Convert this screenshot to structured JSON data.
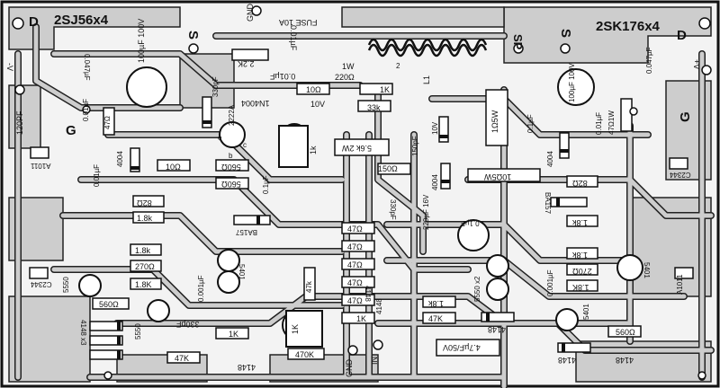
{
  "title_left": "2SJ56x4",
  "title_right": "2SK176x4",
  "labels": {
    "d_left": "D",
    "d_right": "D",
    "g_left": "G",
    "g_right": "G",
    "s_left": "S",
    "s_right": "S",
    "sp": "SP",
    "gnd_top": "GND",
    "gnd_bottom": "GND",
    "in": "IN",
    "v_minus": "-V",
    "v_plus": "+V",
    "fuse": "FUSE 10A",
    "cap_001_top": "0.01µF",
    "r_2k2": "2.2K",
    "cap_001_2": "0.01µF",
    "l1": "L1",
    "r_220": "220Ω",
    "w1": "1W",
    "r_1k_top": "1K",
    "r_10_top": "10Ω",
    "r_10v": "10V",
    "d_1n4004": "1N4004",
    "r_33k": "33k",
    "r_1ohm5w": "1Ω5W",
    "cap_0047_l": "0.047µF",
    "cap_100u_l": "100µF 100V",
    "cap_120pf": "120PF",
    "cap_001_l": "0.01µF",
    "r_47_l": "47Ω",
    "a1011_l": "A1011",
    "d_4004_l": "4004",
    "cap_001_l2": "0.01µF",
    "cap_330pf_top": "330pF",
    "t_2222a": "2222A",
    "r_10_mid": "10Ω",
    "r_560_a": "560Ω",
    "r_560_b": "560Ω",
    "cap_01_mid": "0.1µF",
    "pot_1k": "1k",
    "r_56k": "5.6k 2W",
    "r_150": "150Ω",
    "cap_150pf": "150pF",
    "r_10v_b": "10V",
    "d_4004_m": "4004",
    "r_10_5w": "10Ω5W",
    "cap_01_r": "0.1µF",
    "d_4004_r": "4004",
    "cap_100u_r": "100µF 100V",
    "cap_001_r": "0.01µF",
    "r_47_1w": "47Ω1W",
    "cap_0047_r": "0.047µF",
    "c2344_r": "C2344",
    "r_82_l": "82Ω",
    "r_18k_l1": "1.8k",
    "ba157_l": "BA157",
    "r_47_m1": "47Ω",
    "r_47_m2": "47Ω",
    "r_47_m3": "47Ω",
    "r_47_m4": "47Ω",
    "r_47_m5": "47Ω",
    "cap_330pf_m": "330pF",
    "cap_220u": "220µF 16V",
    "cap_01_m": "0.1µF",
    "ba157_r": "BA157",
    "r_82_r": "82Ω",
    "r_18k_r1": "1.8k",
    "r_18k_r2": "1.8k",
    "r_270_r": "270Ω",
    "r_18k_r3": "1.8K",
    "t_5401_r": "5401",
    "a1011_r": "A1011",
    "cap_0001_r": "0.001µF",
    "t_5550x2": "5550 x2",
    "r_18k_l2": "1.8k",
    "r_270_l": "270Ω",
    "r_18k_l3": "1.8K",
    "t_5401_l": "5401",
    "cap_0001_l": "0.001µF",
    "r_47k_m": "47k",
    "c2344_l": "C2344",
    "t_5550_l": "5550",
    "r_560_l": "560Ω",
    "d_4148x3": "4148 x3",
    "t_5550_l2": "5550",
    "cap_330pf_b": "330pF",
    "r_1k_b": "1K",
    "r_47k_b": "47K",
    "d_4148_b": "4148",
    "r_470k": "470K",
    "pot_1k_b": "1K",
    "d_4148_m1": "4148",
    "d_4148_m2": "4148",
    "r_18k_m": "1.8k",
    "r_47k_m2": "47K",
    "r_1k_m": "1K",
    "d_4148_m3": "4148",
    "cap_47u": "4.7µF/50V",
    "t_5401_b": "5401",
    "r_560_r": "560Ω",
    "d_4148_r1": "4148",
    "d_4148_r2": "4148",
    "num_2": "2",
    "e_a": "e",
    "b_a": "b",
    "c_a": "c"
  },
  "colors": {
    "ink": "#121212",
    "copper": "#cfcfcf",
    "board": "#f3f3f3",
    "pad": "#ffffff"
  }
}
